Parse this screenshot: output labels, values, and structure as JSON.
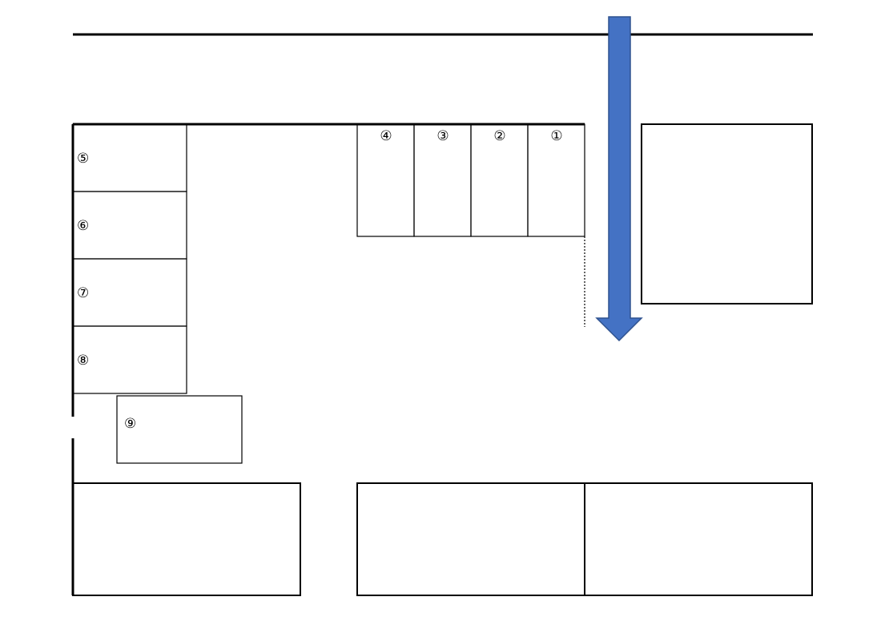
{
  "colors": {
    "line": "#000000",
    "arrow_fill": "#4472c4",
    "arrow_stroke": "#2f528f",
    "background": "#ffffff"
  },
  "arrow": {
    "direction": "down"
  },
  "slots": {
    "s1": "①",
    "s2": "②",
    "s3": "③",
    "s4": "④",
    "s5": "⑤",
    "s6": "⑥",
    "s7": "⑦",
    "s8": "⑧",
    "s9": "⑨"
  }
}
